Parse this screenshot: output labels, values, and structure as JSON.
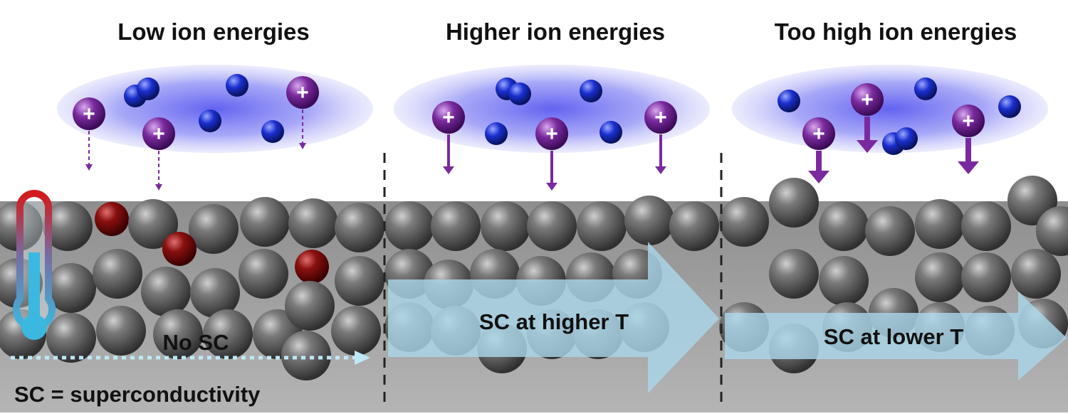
{
  "panels": [
    {
      "title": "Low ion energies",
      "arrow_label": "No SC"
    },
    {
      "title": "Higher ion energies",
      "arrow_label": "SC at higher T"
    },
    {
      "title": "Too high ion energies",
      "arrow_label": "SC at lower T"
    }
  ],
  "footnote": "SC = superconductivity",
  "ion_symbol": "+",
  "icons": {
    "ion": "positive-ion-icon",
    "electron": "blue-particle-icon",
    "atom": "gray-atom-icon",
    "defect": "red-defect-atom-icon",
    "thermometer": "thermometer-icon"
  },
  "colors": {
    "substrate": "#8a8a8a",
    "atom": "#5a5a5a",
    "defect": "#8b1010",
    "ion": "#7a2a9e",
    "electron": "#1a2fd0",
    "cloud": "#6f6ff0",
    "arrow": "#a9d6e8",
    "thermo_hot": "#d41a1a",
    "thermo_cold": "#3bb8e0"
  }
}
